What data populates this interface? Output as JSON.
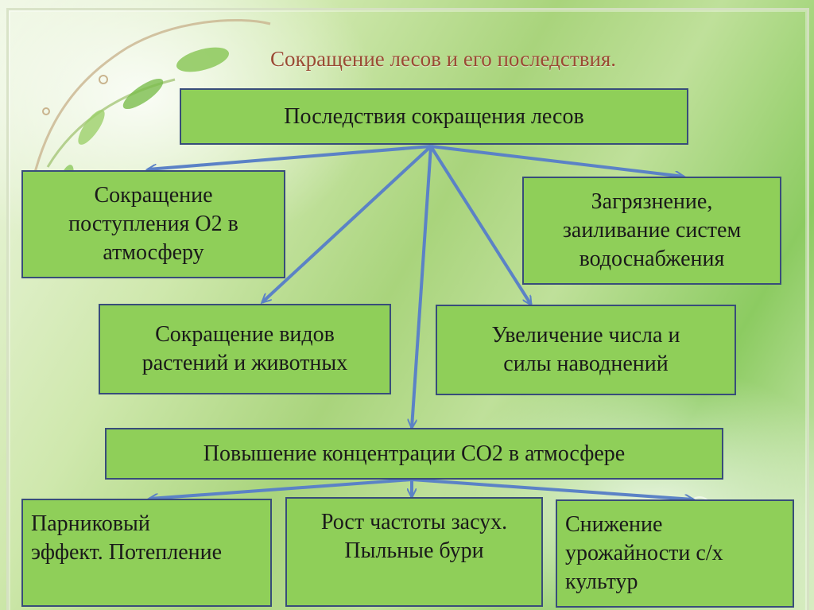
{
  "title": "Сокращение лесов и его последствия.",
  "root": "Последствия сокращения лесов",
  "effects": {
    "oxygen": "Сокращение\nпоступления O2 в\nатмосферу",
    "water": "Загрязнение,\nзаиливание систем\nводоснабжения",
    "species": "Сокращение видов\nрастений и животных",
    "floods": "Увеличение числа и\nсилы наводнений"
  },
  "co2": "Повышение концентрации CO2 в атмосфере",
  "co2_effects": {
    "greenhouse": "Парниковый\nэффект. Потепление",
    "droughts": "Рост частоты засух.\nПыльные бури",
    "yield": "Снижение\nурожайности с/х\nкультур"
  },
  "colors": {
    "box_fill": "#8fcf59",
    "box_border": "#384d7a",
    "arrow": "#5b82c6",
    "title": "#9a4a33"
  }
}
